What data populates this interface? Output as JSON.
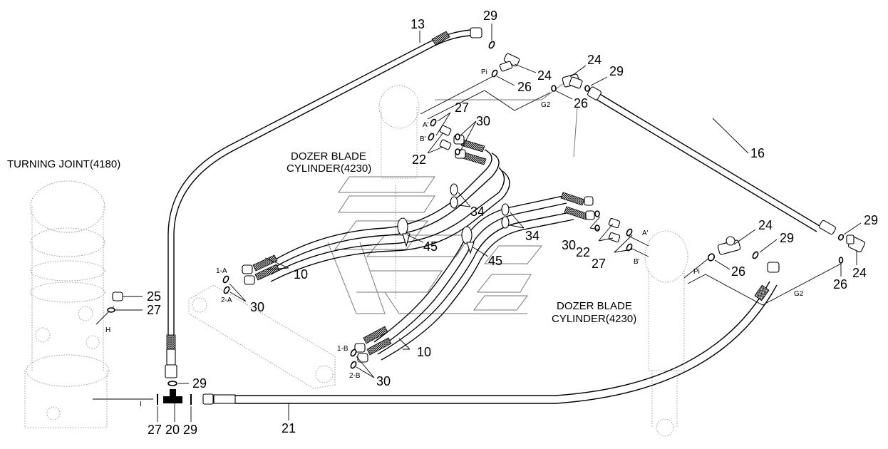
{
  "diagram": {
    "type": "exploded-parts-diagram",
    "subject": "Dozer blade hydraulic piping",
    "component_labels": {
      "turning_joint": "TURNING JOINT(4180)",
      "dozer_cylinder_left_line1": "DOZER BLADE",
      "dozer_cylinder_left_line2": "CYLINDER(4230)",
      "dozer_cylinder_right_line1": "DOZER BLADE",
      "dozer_cylinder_right_line2": "CYLINDER(4230)"
    },
    "port_labels": {
      "pi_top": "Pi",
      "g2_top": "G2",
      "a_prime_top": "A'",
      "b_prime_top": "B'",
      "a_prime_right": "A'",
      "b_prime_right": "B'",
      "pi_right": "Pi",
      "g2_right": "G2",
      "port_1a": "1-A",
      "port_2a": "2-A",
      "port_1b": "1-B",
      "port_2b": "2-B",
      "port_h": "H",
      "port_i": "I"
    },
    "callouts": {
      "c13": "13",
      "c29_top": "29",
      "c24_top_left": "24",
      "c26_top_left": "26",
      "c24_top_right": "24",
      "c29_top_right": "29",
      "c26_top_right": "26",
      "c27_top": "27",
      "c30_top": "30",
      "c22_top": "22",
      "c16": "16",
      "c34_upper": "34",
      "c34_lower": "34",
      "c45_upper": "45",
      "c45_lower": "45",
      "c10_upper": "10",
      "c30_left": "30",
      "c30_mid": "30",
      "c22_mid": "22",
      "c27_mid": "27",
      "c24_right_mid": "24",
      "c29_right_mid": "29",
      "c26_right_mid": "26",
      "c29_far_right": "29",
      "c24_far_right": "24",
      "c26_far_right": "26",
      "c25": "25",
      "c27_left": "27",
      "c10_lower": "10",
      "c30_lower": "30",
      "c29_tee": "29",
      "c27_bottom": "27",
      "c20": "20",
      "c29_bottom": "29",
      "c21": "21"
    }
  }
}
